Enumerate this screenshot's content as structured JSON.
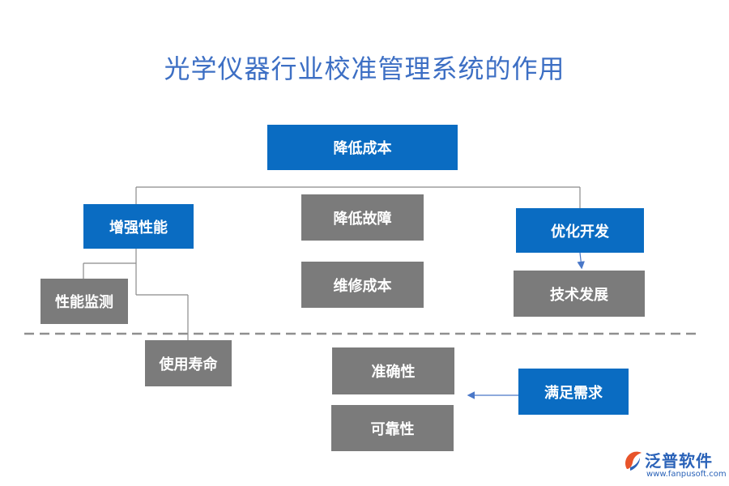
{
  "title": "光学仪器行业校准管理系统的作用",
  "nodes": {
    "reduce_cost": "降低成本",
    "enhance_performance": "增强性能",
    "reduce_failure": "降低故障",
    "optimize_dev": "优化开发",
    "perf_monitor": "性能监测",
    "maint_cost": "维修成本",
    "tech_dev": "技术发展",
    "service_life": "使用寿命",
    "accuracy": "准确性",
    "reliability": "可靠性",
    "meet_demand": "满足需求"
  },
  "colors": {
    "title": "#3d6fc4",
    "blue_box": "#0a6cc2",
    "gray_box": "#7b7b7b",
    "connector": "#8a8a8a",
    "arrow": "#4a78c8",
    "divider": "#8f8f8f"
  },
  "logo": {
    "name": "泛普软件",
    "url": "www.fanpusoft.com"
  }
}
